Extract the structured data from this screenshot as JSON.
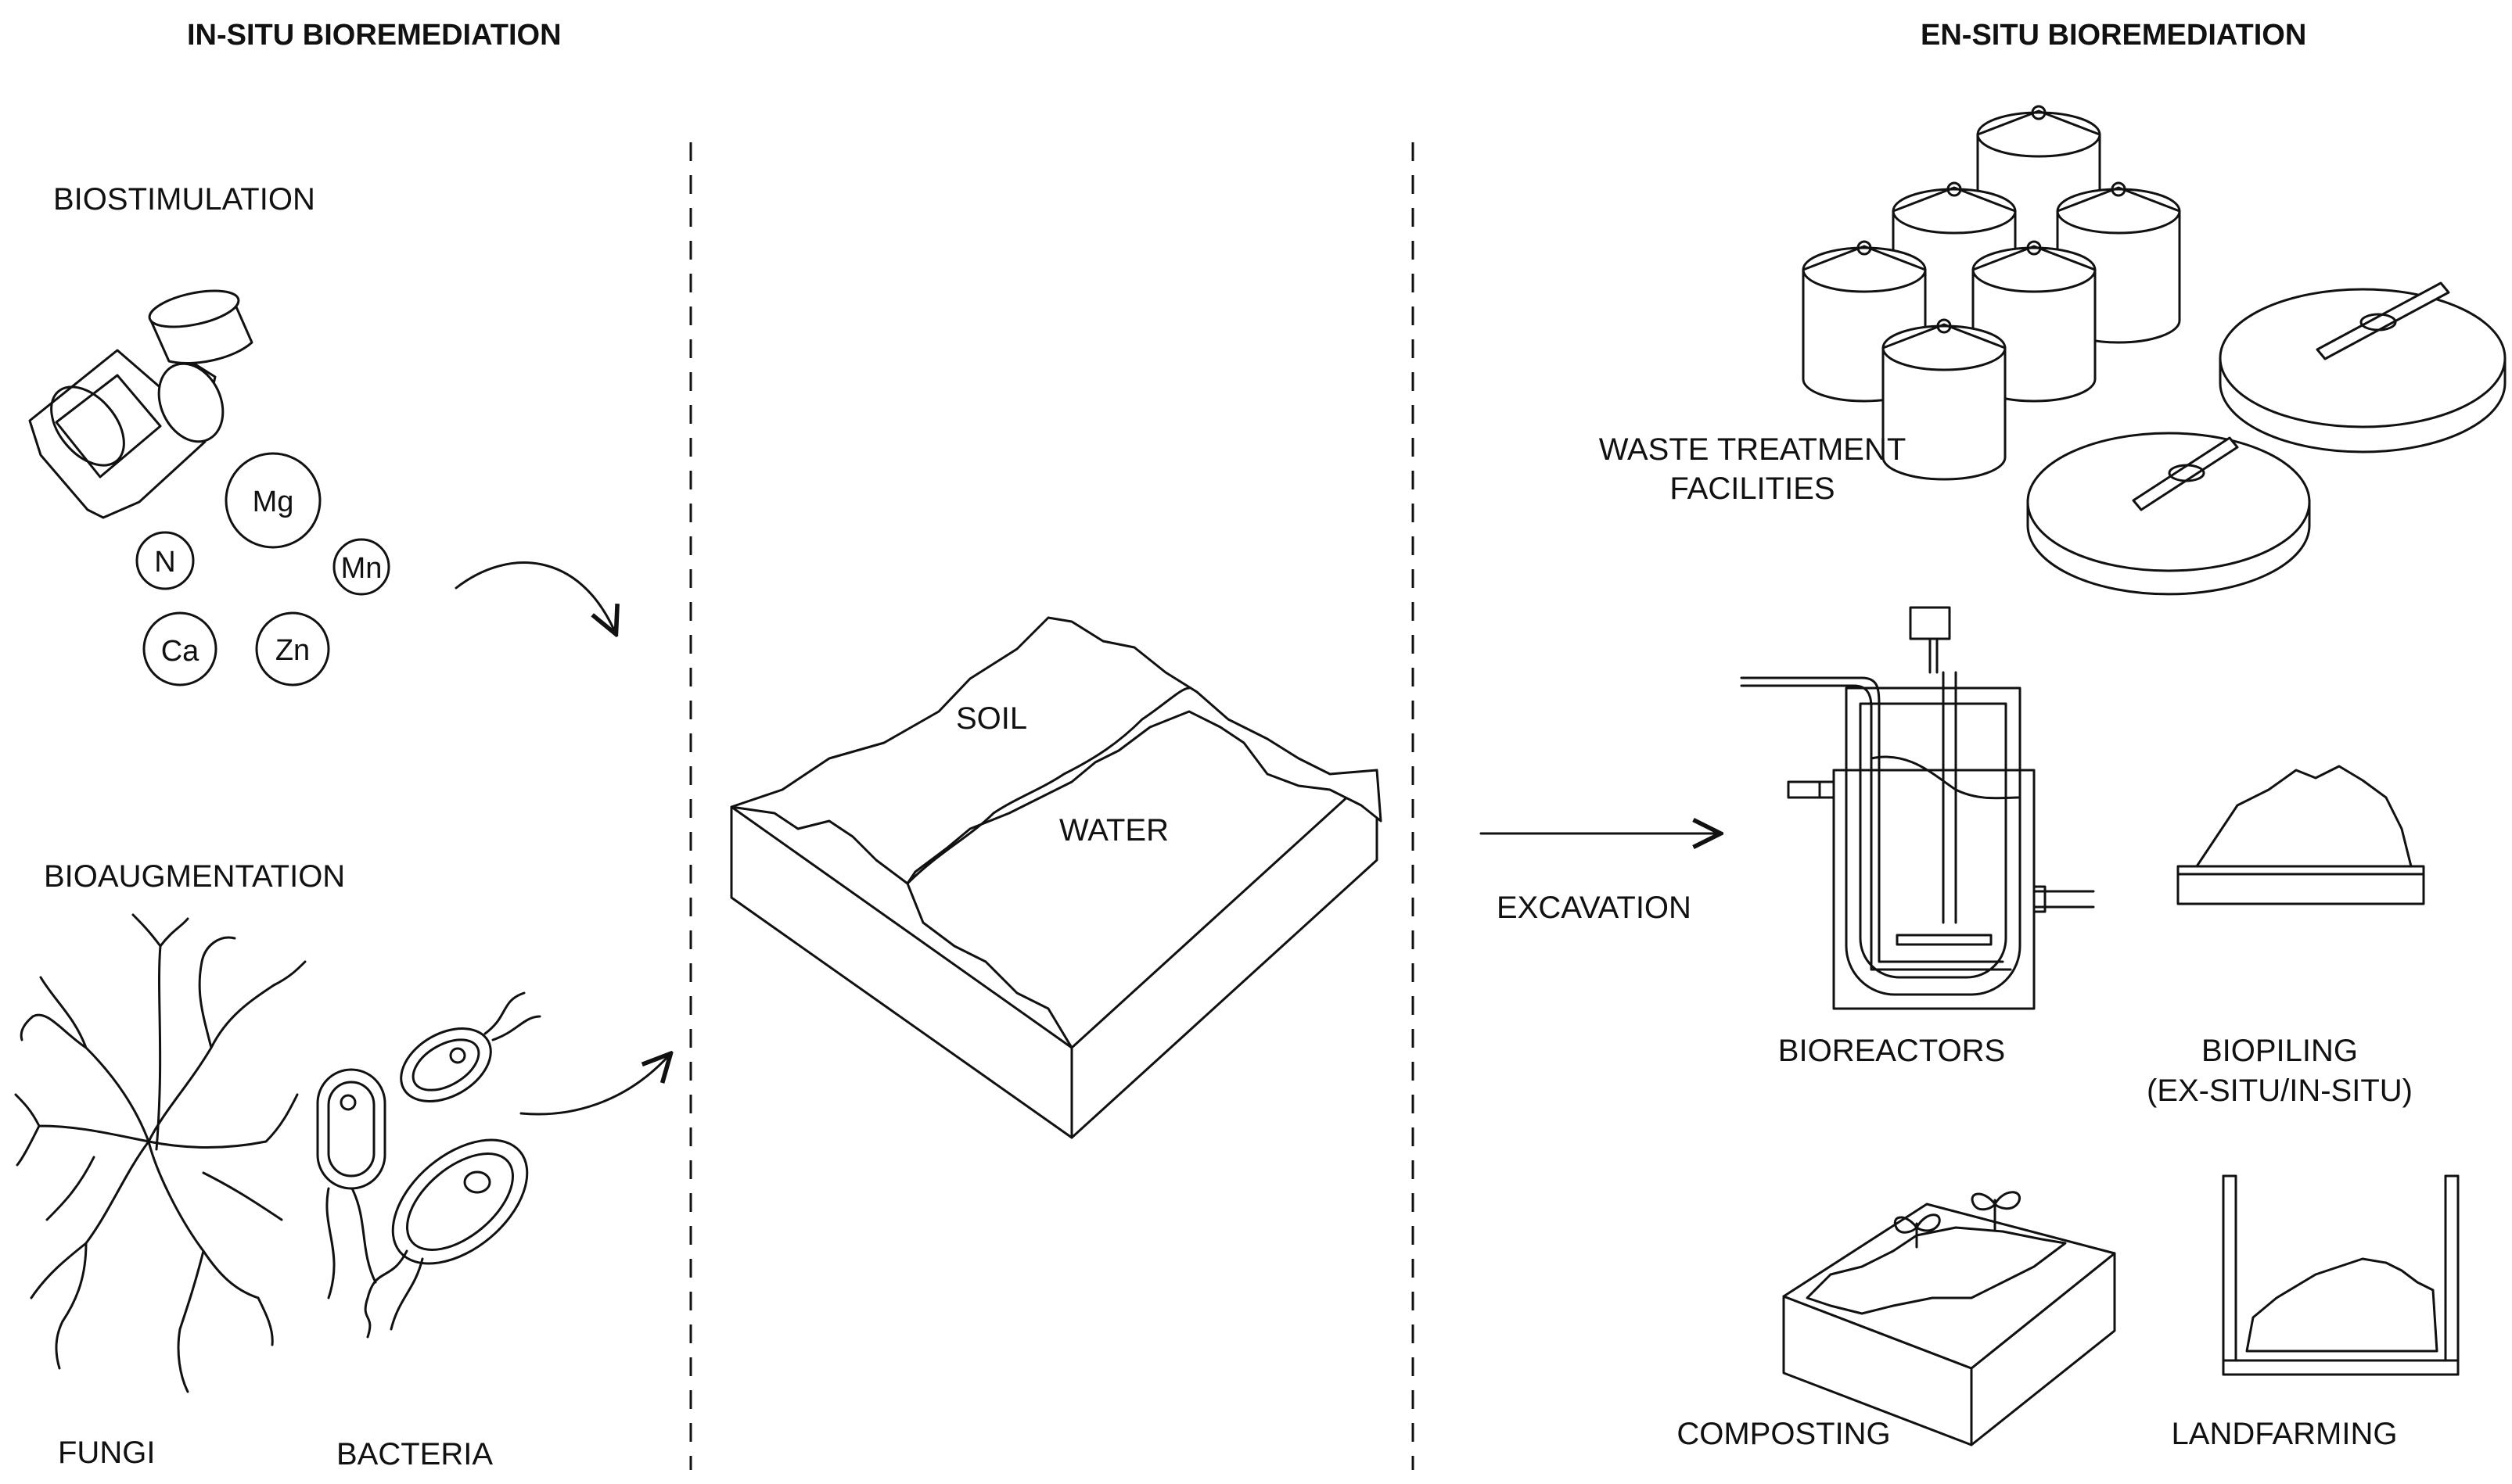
{
  "headers": {
    "in_situ": "IN-SITU BIOREMEDIATION",
    "ex_situ": "EN-SITU BIOREMEDIATION"
  },
  "in_situ": {
    "biostimulation": "BIOSTIMULATION",
    "elements": [
      "Mg",
      "N",
      "Mn",
      "Ca",
      "Zn"
    ],
    "bioaugmentation": "BIOAUGMENTATION",
    "fungi": "FUNGI",
    "bacteria": "BACTERIA"
  },
  "site": {
    "soil": "SOIL",
    "water": "WATER"
  },
  "ex_situ": {
    "excavation": "EXCAVATION",
    "waste_line1": "WASTE TREATMENT",
    "waste_line2": "FACILITIES",
    "bioreactors": "BIOREACTORS",
    "biopiling_line1": "BIOPILING",
    "biopiling_line2": "(EX-SITU/IN-SITU)",
    "composting": "COMPOSTING",
    "landfarming": "LANDFARMING"
  }
}
